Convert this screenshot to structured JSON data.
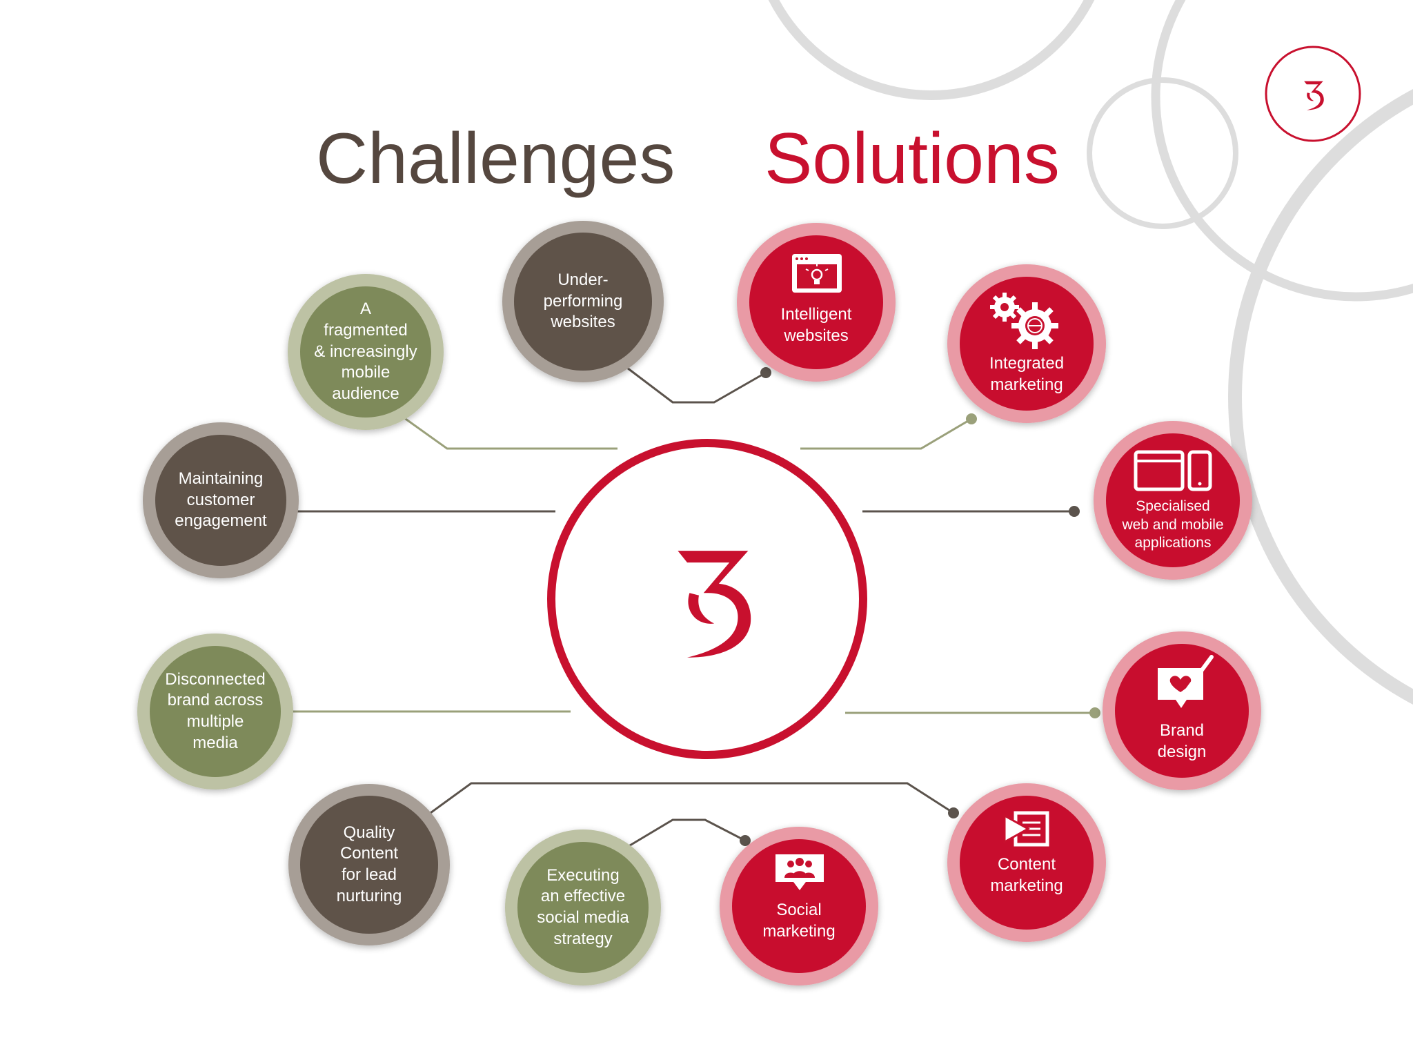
{
  "headings": {
    "challenges": "Challenges",
    "solutions": "Solutions"
  },
  "colors": {
    "challenge_grey": "#5e5249",
    "challenge_grey_ring": "#a79e96",
    "challenge_olive": "#7e8a5a",
    "challenge_olive_ring": "#bdc2a4",
    "solution_red": "#c8102e",
    "solution_red_ring": "#e99aa5",
    "connector_grey": "#5b534c",
    "connector_olive": "#9aa07a",
    "background_circles": "#dddddd"
  },
  "center_logo": {
    "icon": "brand-logo-icon"
  },
  "corner_logo": {
    "icon": "brand-logo-icon"
  },
  "challenges": [
    {
      "text": "Under-\nperforming\nwebsites"
    },
    {
      "text": "A\nfragmented\n& increasingly\nmobile\naudience"
    },
    {
      "text": "Maintaining\ncustomer\nengagement"
    },
    {
      "text": "Disconnected\nbrand across\nmultiple\nmedia"
    },
    {
      "text": "Quality\nContent\nfor lead\nnurturing"
    },
    {
      "text": "Executing\nan effective\nsocial media\nstrategy"
    }
  ],
  "solutions": [
    {
      "text": "Intelligent\nwebsites",
      "icon": "browser-lightbulb-icon"
    },
    {
      "text": "Integrated\nmarketing",
      "icon": "gears-globe-icon"
    },
    {
      "text": "Specialised\nweb and mobile\napplications",
      "icon": "browser-phone-icon"
    },
    {
      "text": "Brand\ndesign",
      "icon": "heart-brush-icon"
    },
    {
      "text": "Content\nmarketing",
      "icon": "content-play-icon"
    },
    {
      "text": "Social\nmarketing",
      "icon": "people-chat-icon"
    }
  ]
}
